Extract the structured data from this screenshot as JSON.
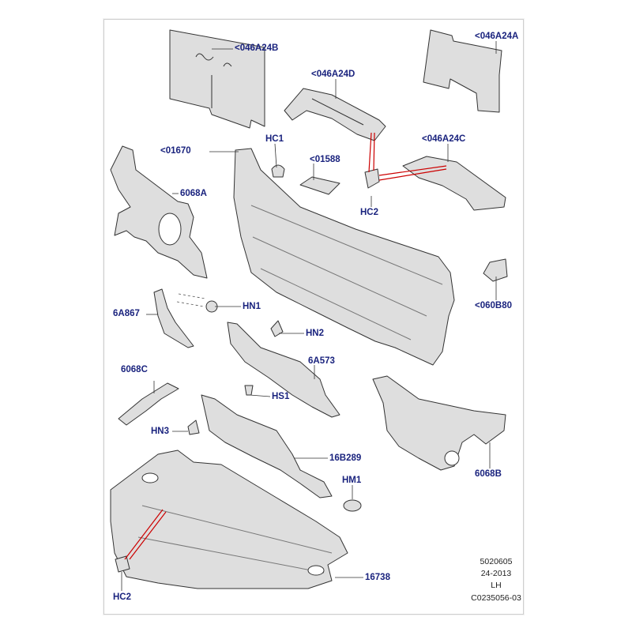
{
  "colors": {
    "label": "#1a237e",
    "part_fill": "#dcdcdc",
    "part_stroke": "#333333",
    "callout_red": "#cc0000"
  },
  "labels": [
    {
      "id": "046A24B",
      "text": "<046A24B"
    },
    {
      "id": "046A24A",
      "text": "<046A24A"
    },
    {
      "id": "046A24D",
      "text": "<046A24D"
    },
    {
      "id": "HC1",
      "text": "HC1"
    },
    {
      "id": "01670",
      "text": "<01670"
    },
    {
      "id": "01588",
      "text": "<01588"
    },
    {
      "id": "046A24C",
      "text": "<046A24C"
    },
    {
      "id": "6068A",
      "text": "6068A"
    },
    {
      "id": "HC2_top",
      "text": "HC2"
    },
    {
      "id": "060B80",
      "text": "<060B80"
    },
    {
      "id": "6A867",
      "text": "6A867"
    },
    {
      "id": "HN1",
      "text": "HN1"
    },
    {
      "id": "HN2",
      "text": "HN2"
    },
    {
      "id": "6068C",
      "text": "6068C"
    },
    {
      "id": "6A573",
      "text": "6A573"
    },
    {
      "id": "HS1",
      "text": "HS1"
    },
    {
      "id": "HN3",
      "text": "HN3"
    },
    {
      "id": "16B289",
      "text": "16B289"
    },
    {
      "id": "6068B",
      "text": "6068B"
    },
    {
      "id": "HM1",
      "text": "HM1"
    },
    {
      "id": "16738",
      "text": "16738"
    },
    {
      "id": "HC2_bottom",
      "text": "HC2"
    }
  ],
  "reference": {
    "line1": "5020605",
    "line2": "24-2013",
    "line3": "LH",
    "line4": "C0235056-03"
  }
}
